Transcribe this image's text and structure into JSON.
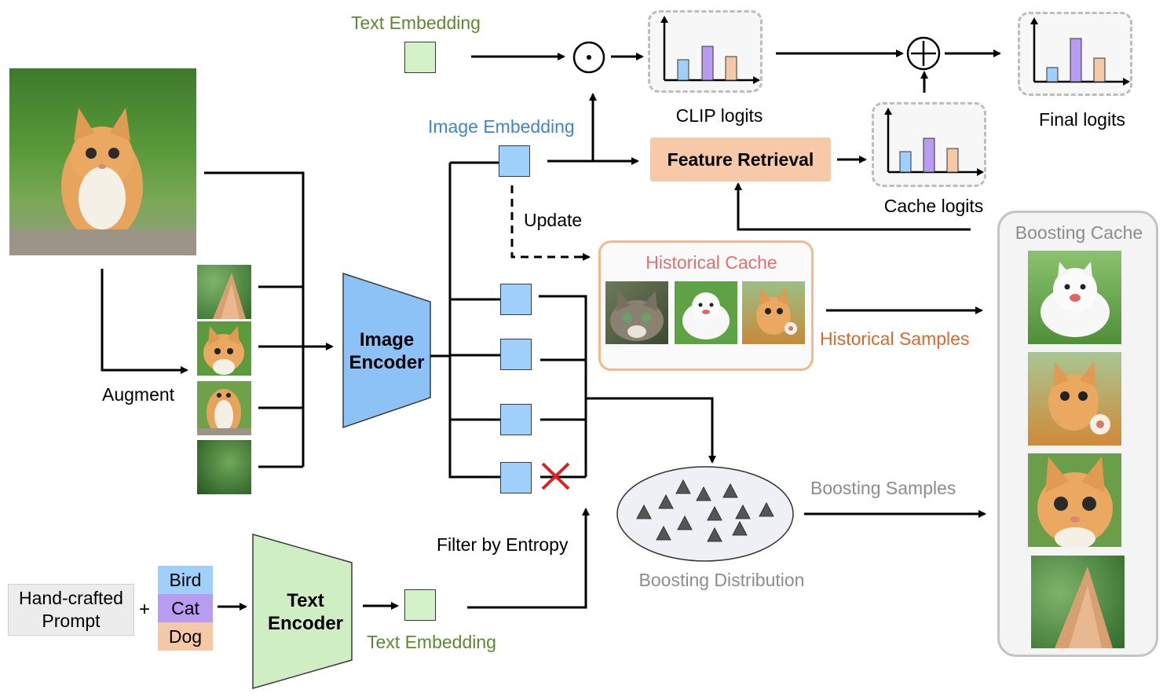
{
  "labels": {
    "text_embedding_top": "Text Embedding",
    "image_embedding": "Image Embedding",
    "clip_logits": "CLIP logits",
    "final_logits": "Final logits",
    "cache_logits": "Cache logits",
    "feature_retrieval": "Feature Retrieval",
    "update": "Update",
    "historical_cache": "Historical Cache",
    "historical_samples": "Historical Samples",
    "boosting_cache": "Boosting Cache",
    "boosting_samples": "Boosting Samples",
    "boosting_distribution": "Boosting Distribution",
    "augment": "Augment",
    "image_encoder_line1": "Image",
    "image_encoder_line2": "Encoder",
    "text_encoder_line1": "Text",
    "text_encoder_line2": "Encoder",
    "filter_by_entropy": "Filter by Entropy",
    "hand_crafted_line1": "Hand-crafted",
    "hand_crafted_line2": "Prompt",
    "plus": "+",
    "text_embedding_bottom": "Text Embedding"
  },
  "classes": [
    "Bird",
    "Cat",
    "Dog"
  ],
  "operators": {
    "multiply": "⊙",
    "add": "⊕"
  },
  "colors": {
    "embedding_blue": "#9fd0fb",
    "embedding_green": "#d3f2c9",
    "feature_retrieval": "#f8c9a8",
    "historical_cache_border": "#f3b98c",
    "bird": "#9fd0fb",
    "cat": "#b79cf2",
    "dog": "#f5c9a6",
    "encoder_image": "#8dc2f6",
    "encoder_text": "#cfeec4"
  }
}
